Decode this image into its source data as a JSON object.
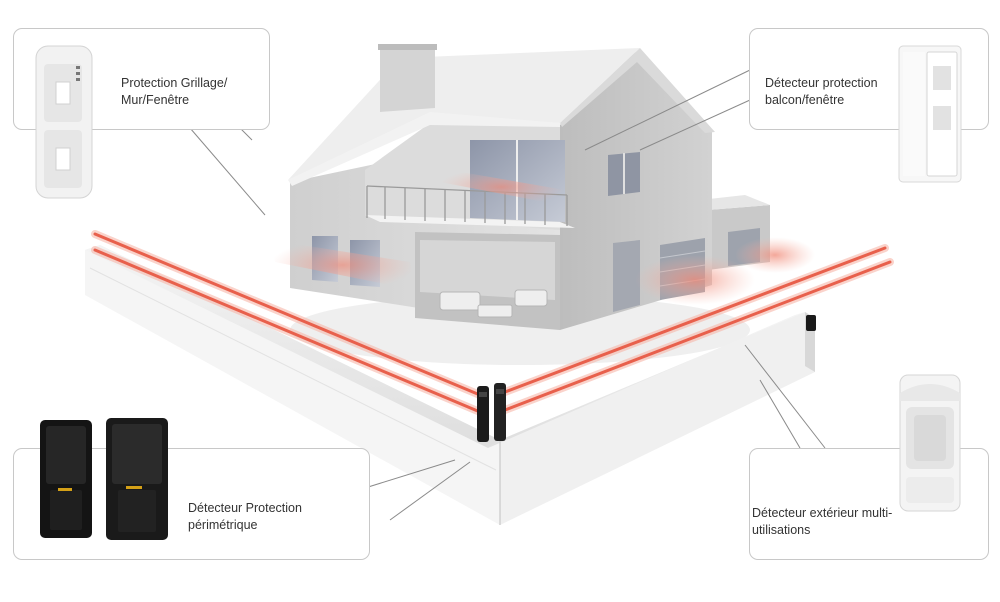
{
  "callouts": {
    "grillage": {
      "line1": "Protection Grillage/",
      "line2": "Mur/Fenêtre",
      "icon": "dual-beam-outdoor-detector-icon"
    },
    "balcon": {
      "line1": "Détecteur protection",
      "line2": "balcon/fenêtre",
      "icon": "curtain-detector-icon"
    },
    "perimetrique": {
      "line1": "Détecteur Protection",
      "line2": "périmétrique",
      "icon": "photoelectric-beam-pair-icon"
    },
    "exterieur": {
      "line1": "Détecteur extérieur multi-",
      "line2": "utilisations",
      "icon": "outdoor-pir-detector-icon"
    }
  },
  "colors": {
    "beam": "#e8604c",
    "beam_glow": "#f7b7aa",
    "house_wall": "#d9d9d9",
    "roof": "#ececec",
    "callout_border": "#c8c8c8",
    "text": "#333333"
  }
}
